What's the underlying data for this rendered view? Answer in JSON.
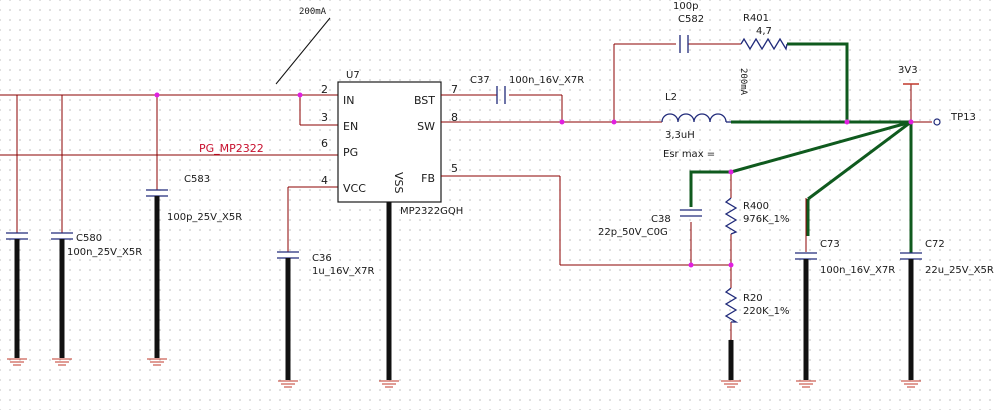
{
  "ic": {
    "refdes": "U7",
    "part": "MP2322GQH",
    "vss": "VSS",
    "pins": {
      "in": {
        "name": "IN",
        "num": "2"
      },
      "en": {
        "name": "EN",
        "num": "3"
      },
      "pg": {
        "name": "PG",
        "num": "6"
      },
      "vcc": {
        "name": "VCC",
        "num": "4"
      },
      "bst": {
        "name": "BST",
        "num": "7"
      },
      "sw": {
        "name": "SW",
        "num": "8"
      },
      "fb": {
        "name": "FB",
        "num": "5"
      }
    }
  },
  "nets": {
    "pg": "PG_MP2322",
    "vout": "3V3",
    "testpoint": "TP13",
    "current_input": "200mA",
    "current_snubber": "200mA"
  },
  "inductor": {
    "refdes": "L2",
    "value": "3,3uH",
    "note": "Esr max ="
  },
  "resistors": {
    "r401": {
      "refdes": "R401",
      "value": "4,7"
    },
    "r400": {
      "refdes": "R400",
      "value": "976K_1%"
    },
    "r20": {
      "refdes": "R20",
      "value": "220K_1%"
    }
  },
  "capacitors": {
    "c582": {
      "refdes": "C582",
      "value": "100p"
    },
    "c37": {
      "refdes": "C37",
      "value": "100n_16V_X7R"
    },
    "c583": {
      "refdes": "C583",
      "value": "100p_25V_X5R"
    },
    "c580": {
      "refdes": "C580",
      "value": "100n_25V_X5R"
    },
    "c36": {
      "refdes": "C36",
      "value": "1u_16V_X7R"
    },
    "c38": {
      "refdes": "C38",
      "value": "22p_50V_C0G"
    },
    "c73": {
      "refdes": "C73",
      "value": "100n_16V_X7R"
    },
    "c72": {
      "refdes": "C72",
      "value": "22u_25V_X5R"
    }
  },
  "colors": {
    "wire": "#8b0000",
    "bus": "#0f5a1e",
    "component": "#202a7a",
    "junction": "#e020e0",
    "netlabel": "#c8102e",
    "ground": "#c0392b"
  }
}
